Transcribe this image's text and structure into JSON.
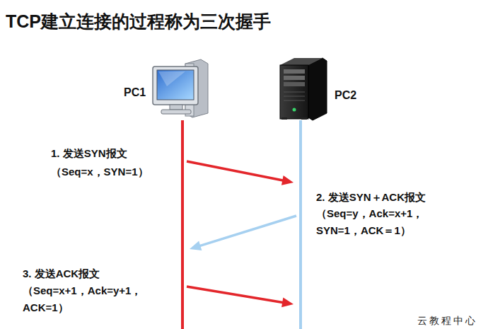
{
  "diagram": {
    "title": "TCP建立连接的过程称为三次握手",
    "nodes": [
      {
        "text": [
          "PC1"
        ]
      },
      {
        "text": [
          "PC2"
        ]
      }
    ],
    "edges": [
      {
        "from": 0,
        "to": 1,
        "arrow": "to"
      },
      {
        "from": 1,
        "to": 0,
        "arrow": "to"
      },
      {
        "from": 0,
        "to": 1,
        "arrow": "to"
      }
    ],
    "labels": [
      "1. 发送SYN报文",
      "（Seq=x，SYN=1）",
      "2. 发送SYN＋ACK报文",
      "（Seq=y，Ack=x+1， SYN=1，ACK＝1）",
      "3. 发送ACK报文",
      "（Seq=x+1，Ack=y+1， ACK=1）",
      "云教程中心"
    ]
  }
}
